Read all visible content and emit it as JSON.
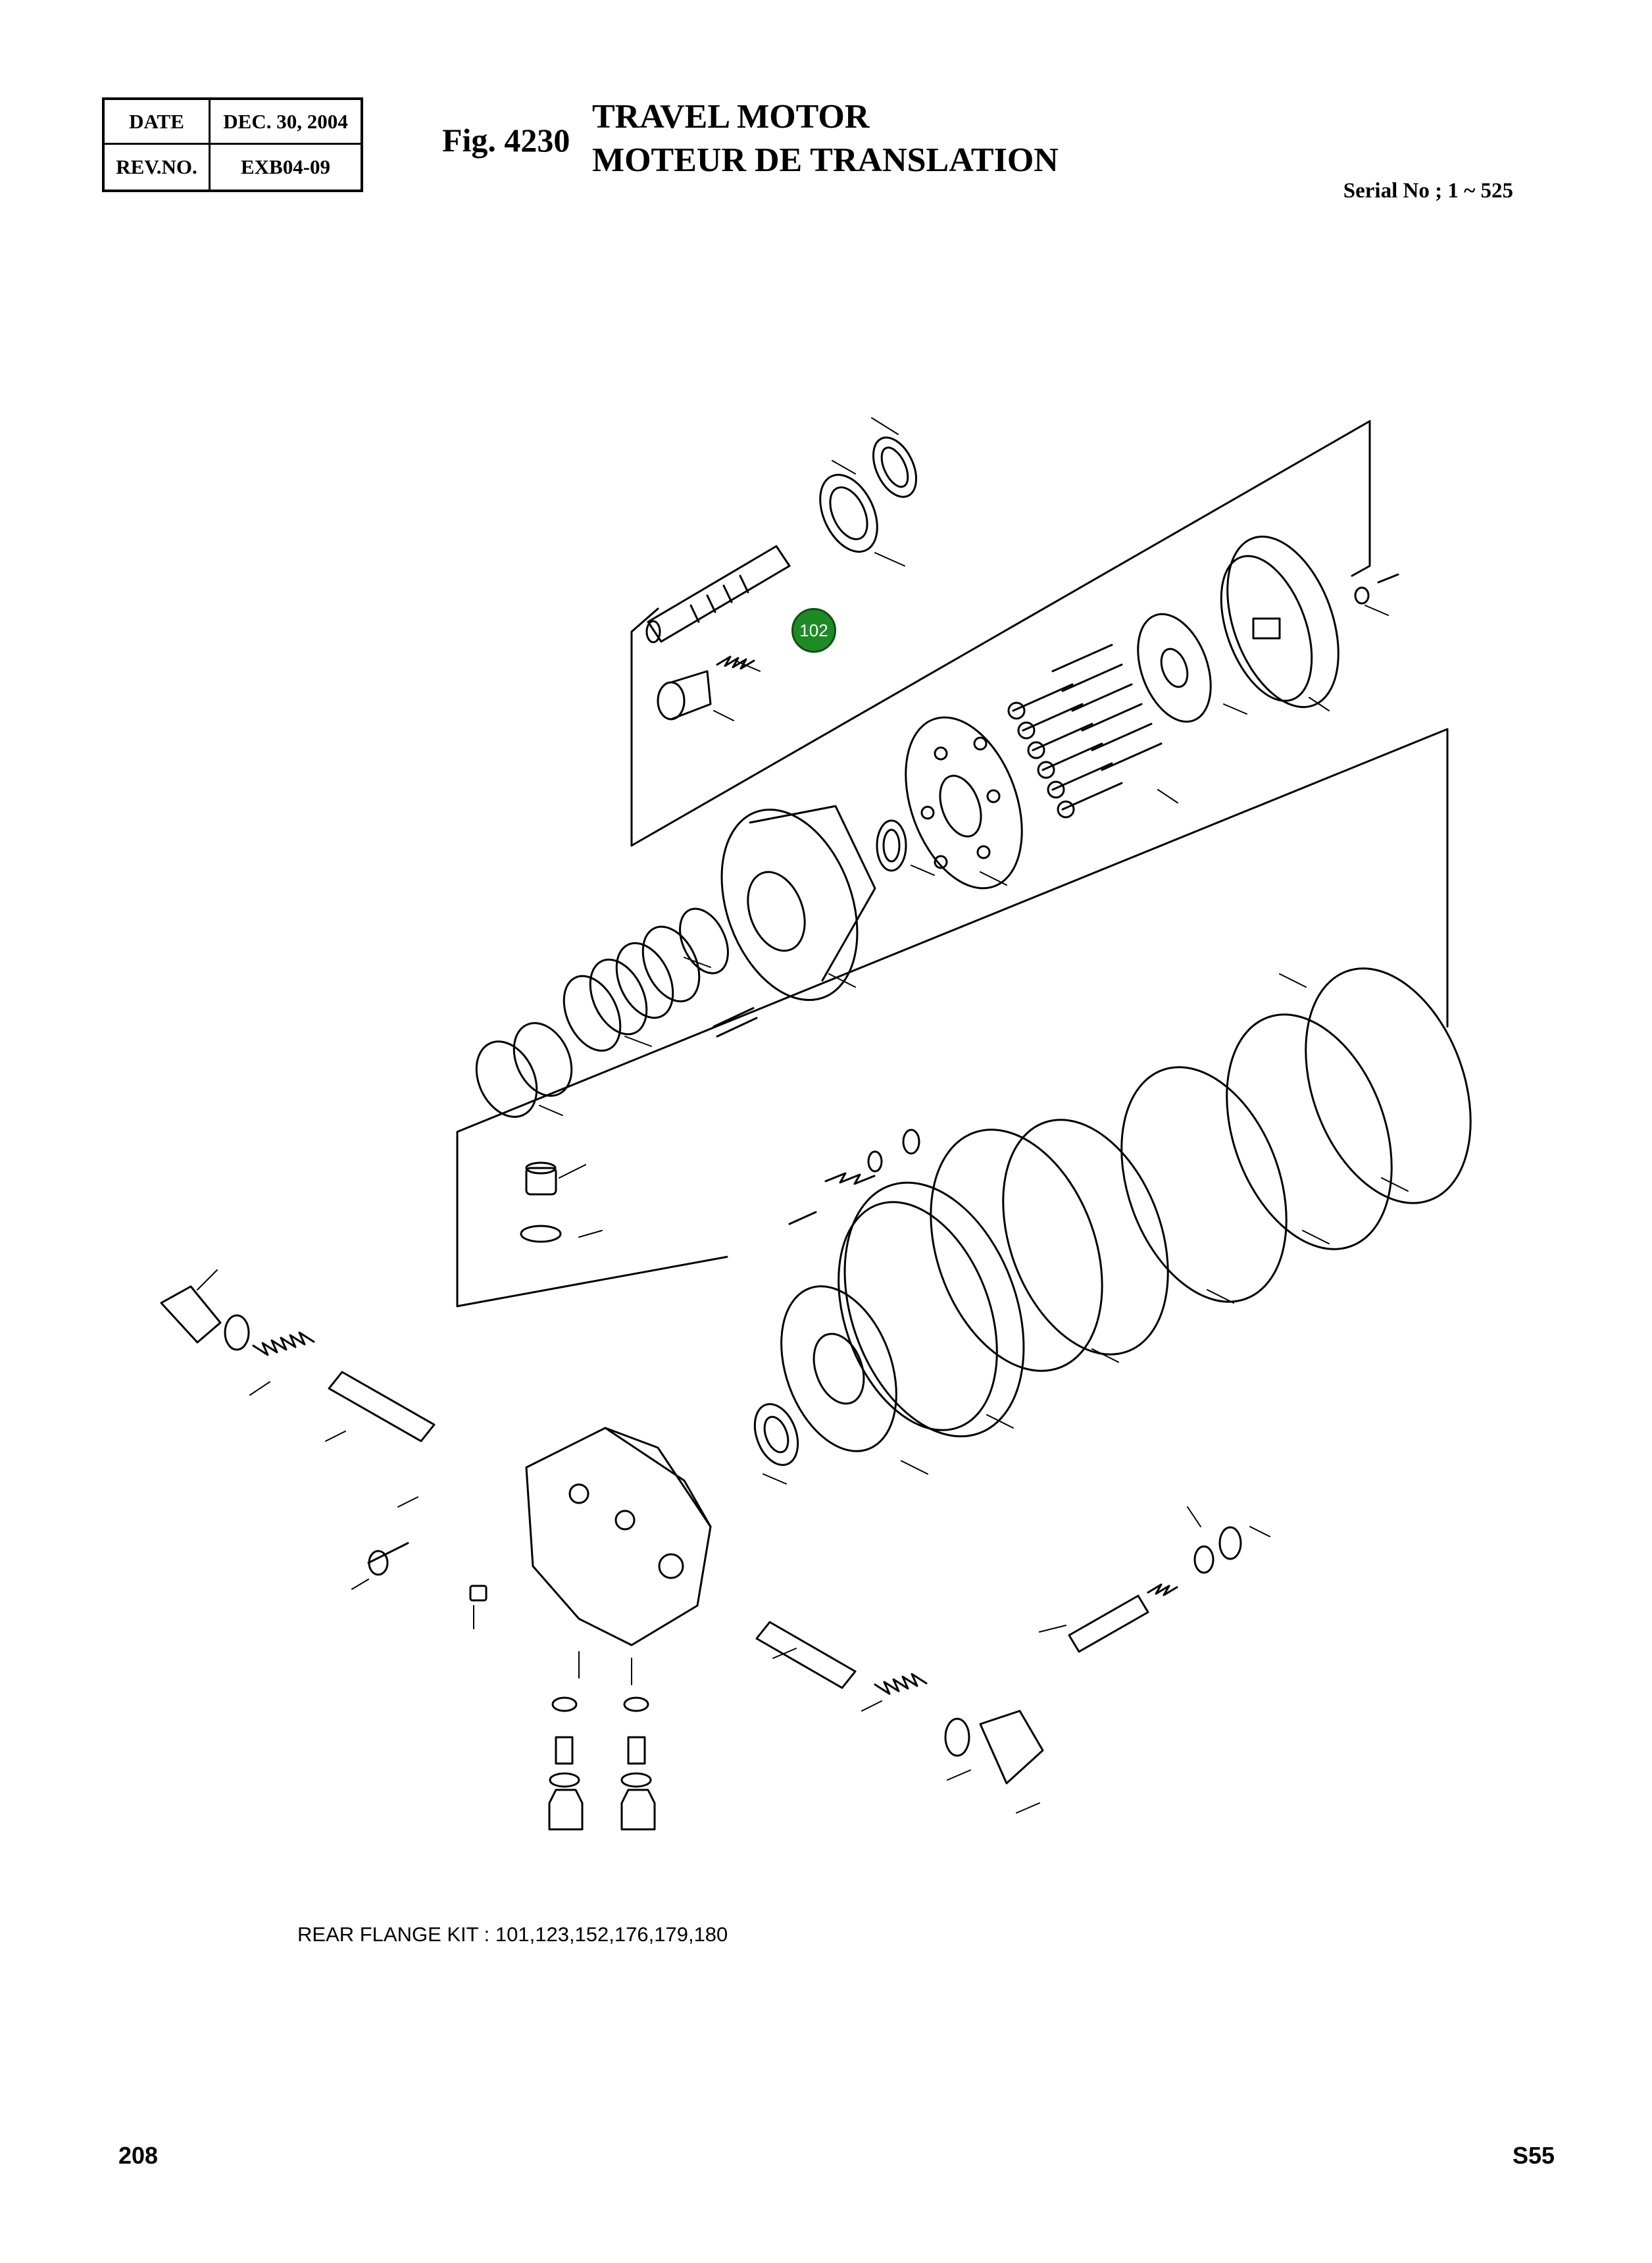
{
  "header": {
    "date_label": "DATE",
    "date_value": "DEC. 30, 2004",
    "rev_label": "REV.NO.",
    "rev_value": "EXB04-09"
  },
  "figure": {
    "label": "Fig. 4230",
    "title_en": "TRAVEL MOTOR",
    "title_fr": "MOTEUR DE TRANSLATION",
    "serial": "Serial No ; 1 ~ 525"
  },
  "callout": {
    "number": "102",
    "color": "#1d8a26"
  },
  "notes": {
    "kit": "REAR FLANGE KIT : 101,123,152,176,179,180"
  },
  "footer": {
    "page": "208",
    "code": "S55"
  }
}
